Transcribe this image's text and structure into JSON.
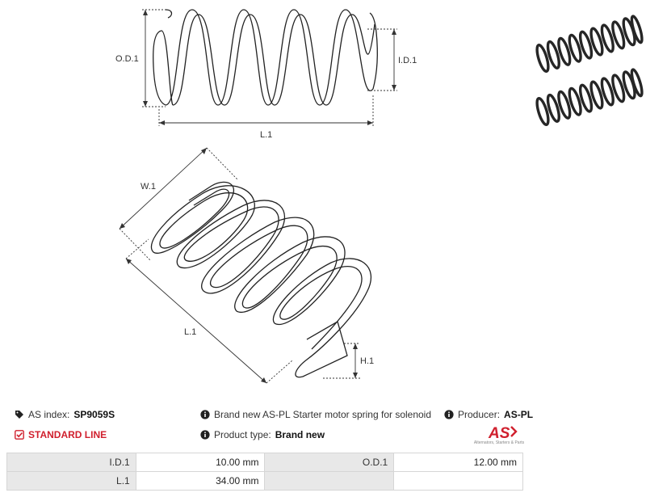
{
  "diagram": {
    "labels": {
      "od": "O.D.1",
      "id": "I.D.1",
      "l_top": "L.1",
      "w": "W.1",
      "l_bottom": "L.1",
      "h": "H.1"
    }
  },
  "info": {
    "as_index_label": "AS index:",
    "as_index_value": "SP9059S",
    "standard_line": "STANDARD LINE",
    "description": "Brand new AS-PL Starter motor spring for solenoid",
    "product_type_label": "Product type:",
    "product_type_value": "Brand new",
    "producer_label": "Producer:",
    "producer_value": "AS-PL"
  },
  "logo": {
    "mark": "AS",
    "tagline": "Alternators, Starters & Parts"
  },
  "params": [
    {
      "label": "I.D.1",
      "value": "10.00 mm",
      "label2": "O.D.1",
      "value2": "12.00 mm"
    },
    {
      "label": "L.1",
      "value": "34.00 mm",
      "label2": "",
      "value2": ""
    }
  ],
  "colors": {
    "accent_red": "#d0202e",
    "table_label_bg": "#e8e8e8"
  }
}
